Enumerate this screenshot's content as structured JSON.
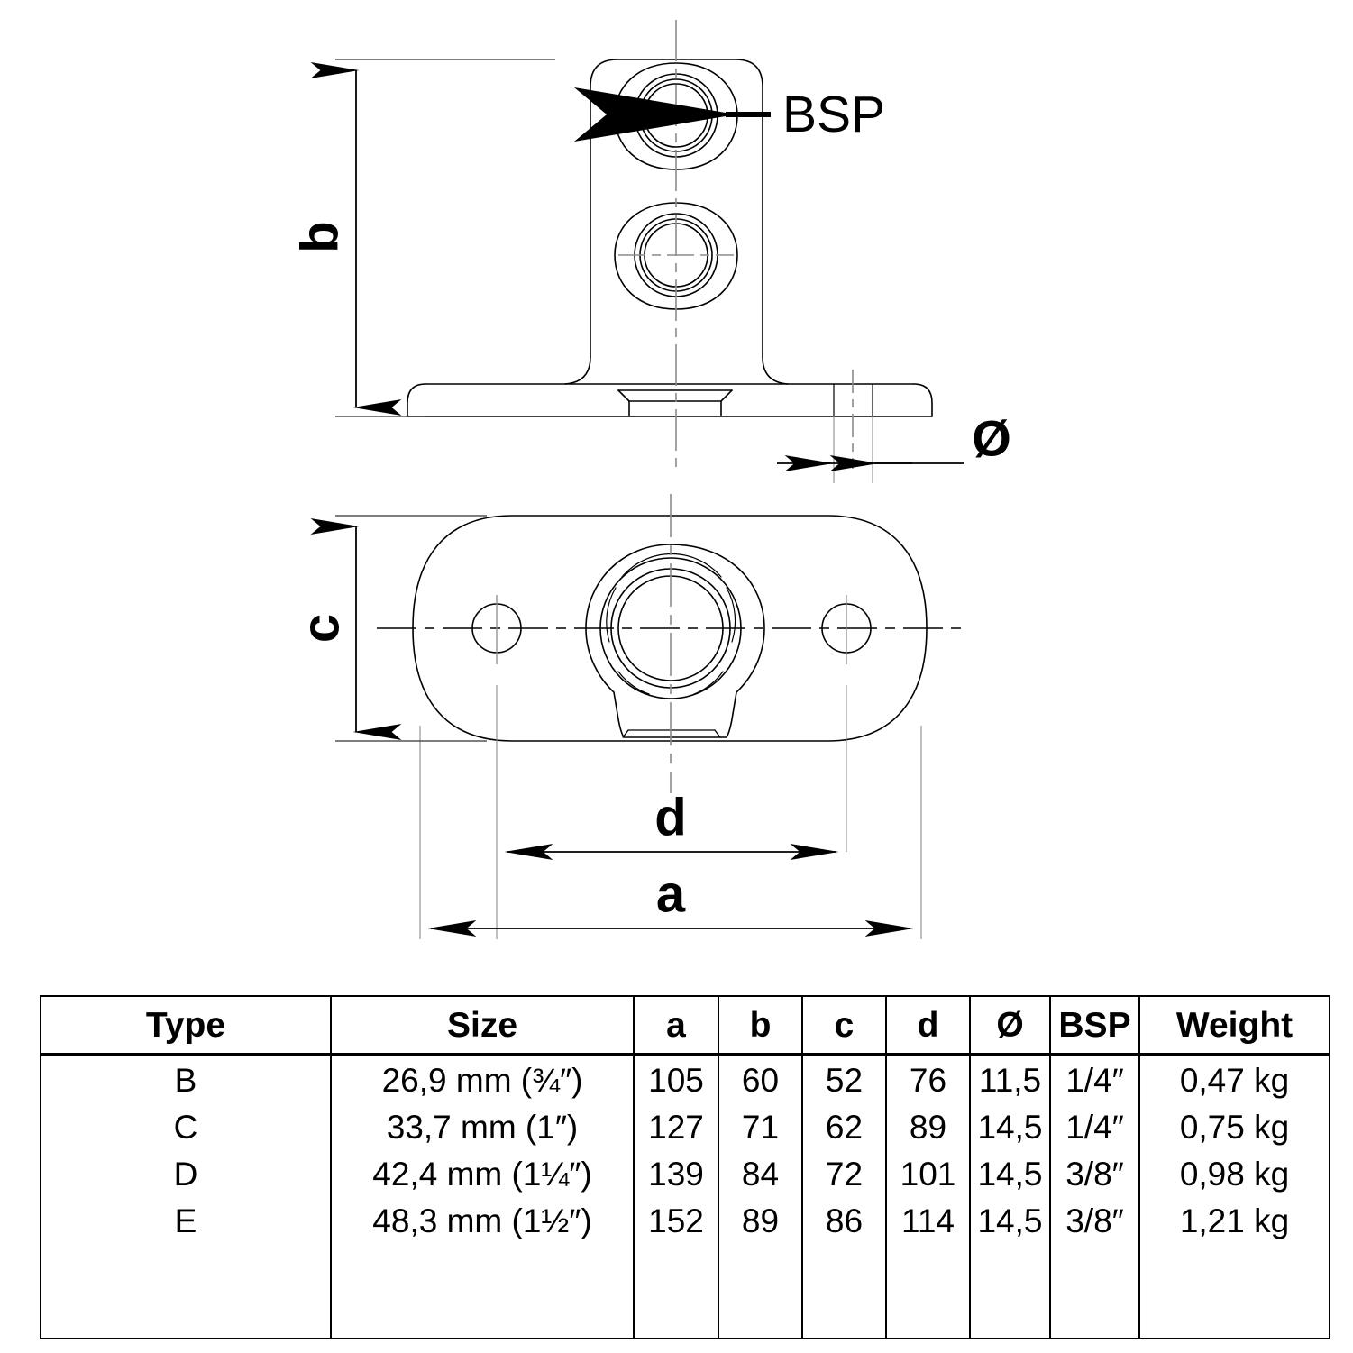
{
  "drawing": {
    "labels": {
      "b": "b",
      "c": "c",
      "d": "d",
      "a": "a",
      "dia": "Ø",
      "bsp": "BSP"
    },
    "views": {
      "side_view_name": "side-elevation-view",
      "plan_view_name": "plan-top-view"
    }
  },
  "table": {
    "headers": [
      "Type",
      "Size",
      "a",
      "b",
      "c",
      "d",
      "Ø",
      "BSP",
      "Weight"
    ],
    "rows": [
      {
        "type": "B",
        "size": "26,9 mm (¾″)",
        "a": "105",
        "b": "60",
        "c": "52",
        "d": "76",
        "dia": "11,5",
        "bsp": "1/4″",
        "weight": "0,47 kg"
      },
      {
        "type": "C",
        "size": "33,7 mm (1″)",
        "a": "127",
        "b": "71",
        "c": "62",
        "d": "89",
        "dia": "14,5",
        "bsp": "1/4″",
        "weight": "0,75 kg"
      },
      {
        "type": "D",
        "size": "42,4 mm (1¼″)",
        "a": "139",
        "b": "84",
        "c": "72",
        "d": "101",
        "dia": "14,5",
        "bsp": "3/8″",
        "weight": "0,98 kg"
      },
      {
        "type": "E",
        "size": "48,3 mm (1½″)",
        "a": "152",
        "b": "89",
        "c": "86",
        "d": "114",
        "dia": "14,5",
        "bsp": "3/8″",
        "weight": "1,21 kg"
      }
    ]
  },
  "colors": {
    "line": "#000000",
    "thin_line": "#1a1a1a",
    "center_line": "#808080",
    "background": "#ffffff"
  }
}
